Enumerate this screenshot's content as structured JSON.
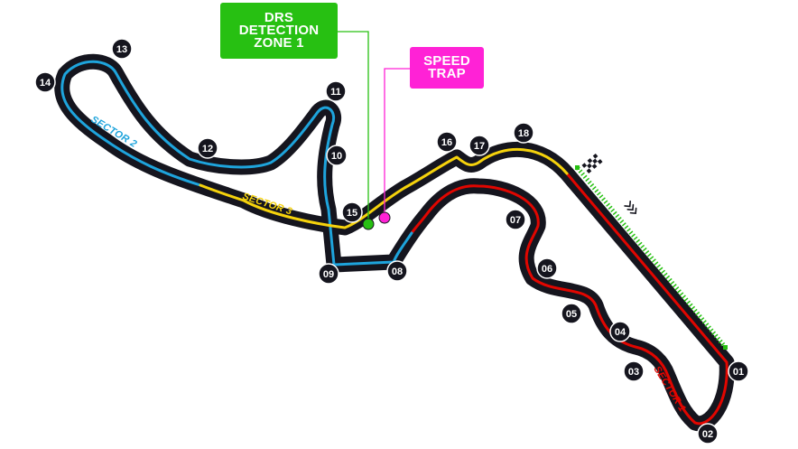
{
  "colors": {
    "track": "#15151e",
    "sector1": "#e10600",
    "sector2": "#1ea4dc",
    "sector3": "#f5d20c",
    "drs": "#27c012",
    "speed_trap": "#ff22d6",
    "badge": "#15151e",
    "badge_text": "#ffffff"
  },
  "callouts": {
    "drs": {
      "lines": [
        "DRS",
        "DETECTION",
        "ZONE 1"
      ]
    },
    "speed_trap": {
      "lines": [
        "SPEED",
        "TRAP"
      ]
    }
  },
  "sectors": [
    "SECTOR 1",
    "SECTOR 2",
    "SECTOR 3"
  ],
  "turns": [
    "01",
    "02",
    "03",
    "04",
    "05",
    "06",
    "07",
    "08",
    "09",
    "10",
    "11",
    "12",
    "13",
    "14",
    "15",
    "16",
    "17",
    "18"
  ],
  "icons": {
    "start": "checkered-flag-icon",
    "direction": "direction-chevrons-icon"
  }
}
